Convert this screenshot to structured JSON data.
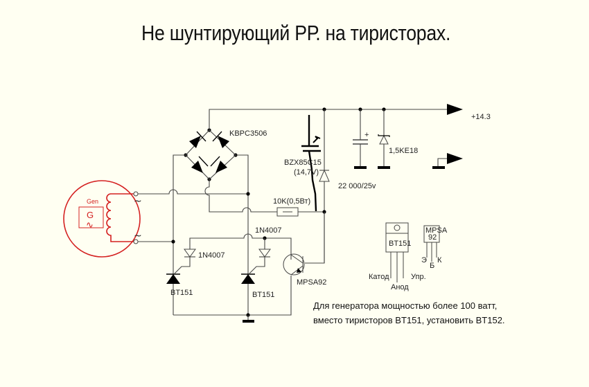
{
  "title": "Не шунтирующий РР. на тиристорах.",
  "components": {
    "bridge": "KBPC3506",
    "zener": "BZX85C15",
    "zener_voltage": "(14,7V)",
    "capacitor": "22 000/25v",
    "tvs": "1,5KE18",
    "resistor": "10K(0,5Вт)",
    "diode_1": "1N4007",
    "diode_2": "1N4007",
    "thyristor_1": "BT151",
    "thyristor_2": "BT151",
    "transistor": "MPSA92",
    "output_voltage": "+14.3",
    "cap_plus": "+"
  },
  "generator": {
    "label": "Gen",
    "symbol": "G",
    "tilde": "∿",
    "terminal_top": "~",
    "terminal_bottom": "~"
  },
  "pinouts": {
    "bt151": {
      "name": "BT151",
      "pins": [
        "Катод",
        "Анод",
        "Упр."
      ]
    },
    "mpsa92": {
      "name_line1": "MPSA",
      "name_line2": "92",
      "pins": [
        "Э",
        "Б",
        "К"
      ]
    }
  },
  "note": {
    "line1": "Для генератора мощностью более 100 ватт,",
    "line2": "вместо тиристоров BT151, установить BT152."
  },
  "colors": {
    "background": "#fffff2",
    "generator": "#d42020",
    "wire": "#444444"
  }
}
